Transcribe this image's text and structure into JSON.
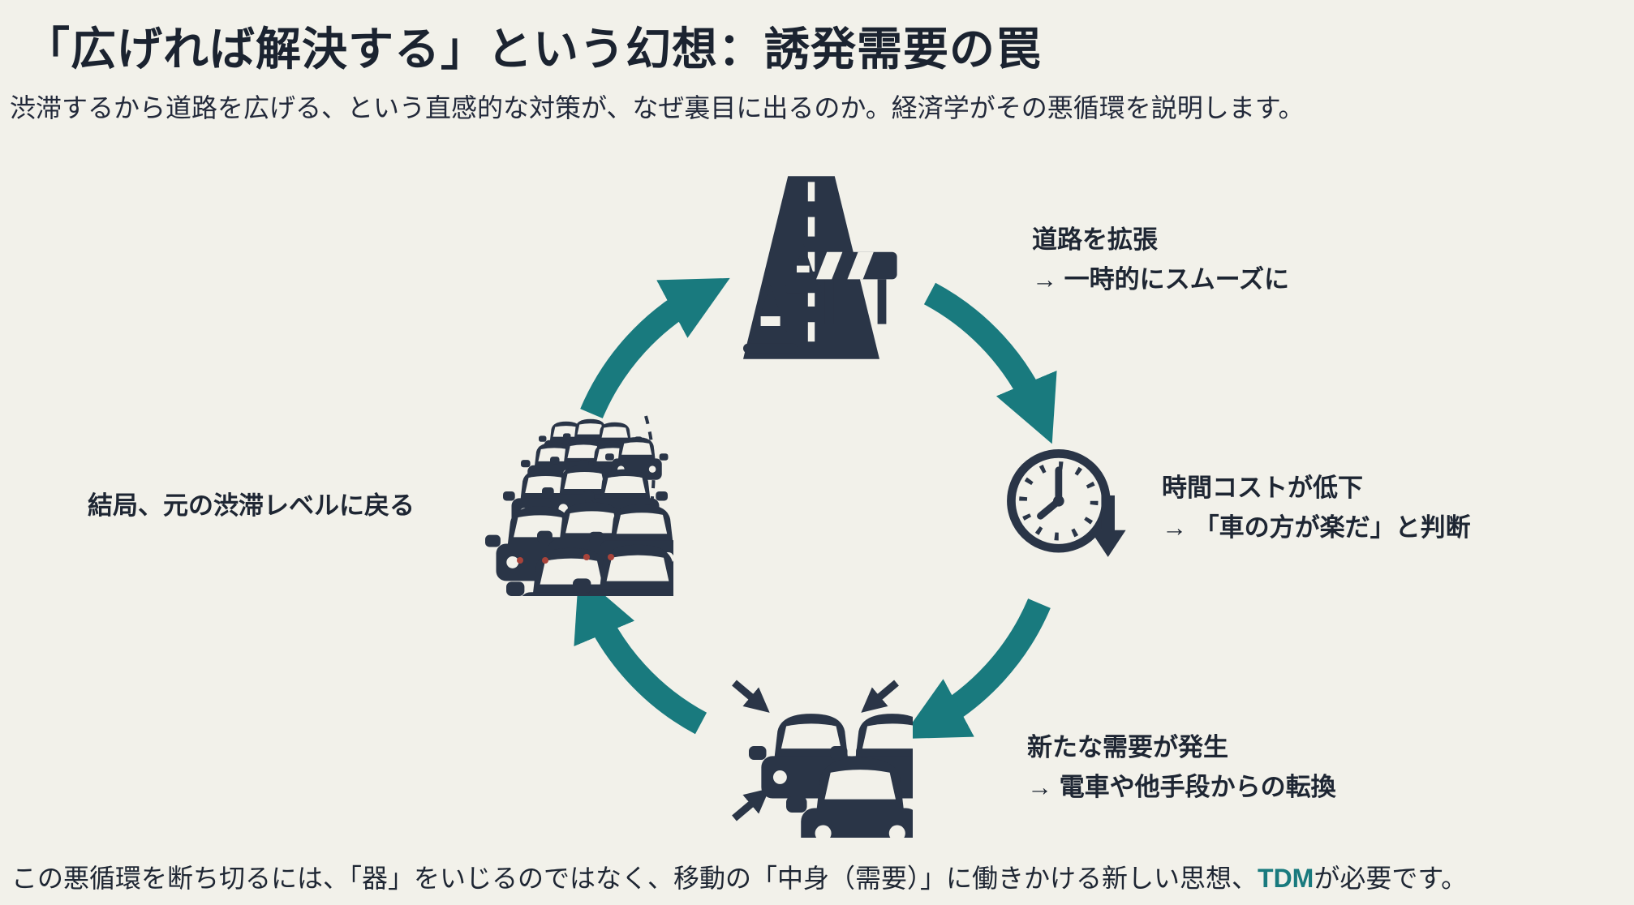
{
  "header": {
    "title": "「広げれば解決する」という幻想：誘発需要の罠",
    "subtitle": "渋滞するから道路を広げる、という直感的な対策が、なぜ裏目に出るのか。経済学がその悪循環を説明します。"
  },
  "cycle": {
    "direction": "clockwise",
    "steps": [
      {
        "name": "road-expansion",
        "icon": "road-construction-icon",
        "lines": [
          "道路を拡張",
          "→ 一時的にスムーズに"
        ]
      },
      {
        "name": "time-cost-drop",
        "icon": "clock-time-decrease-icon",
        "lines": [
          "時間コストが低下",
          "→ 「車の方が楽だ」と判断"
        ]
      },
      {
        "name": "new-demand",
        "icon": "cars-converging-icon",
        "lines": [
          "新たな需要が発生",
          "→ 電車や他手段からの転換"
        ]
      },
      {
        "name": "return-to-congestion",
        "icon": "traffic-jam-icon",
        "lines": [
          "結局、元の渋滞レベルに戻る"
        ]
      }
    ]
  },
  "footer": {
    "text_before": "この悪循環を断ち切るには、「器」をいじるのではなく、移動の「中身（需要）」に働きかける新しい思想、",
    "highlight": "TDM",
    "text_after": "が必要です。"
  },
  "colors": {
    "background": "#f2f1ea",
    "icon_dark": "#2a3547",
    "arrow_teal": "#197a7e",
    "text": "#1c2430"
  }
}
